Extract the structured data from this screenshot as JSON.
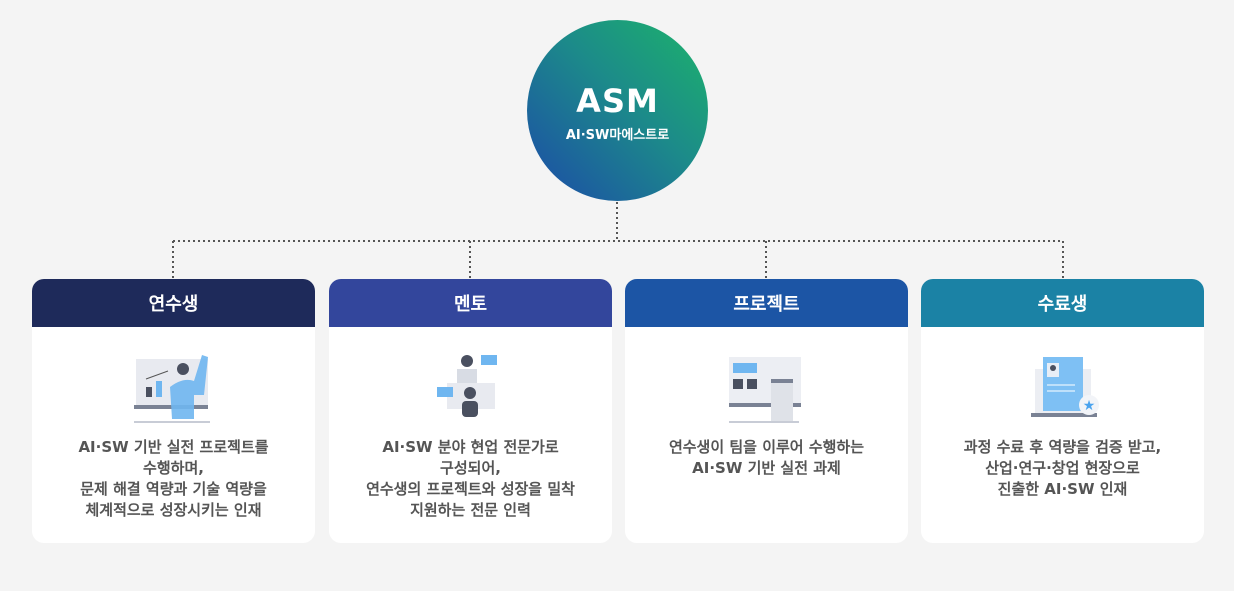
{
  "center": {
    "title": "ASM",
    "subtitle": "AI·SW마에스트로"
  },
  "colors": {
    "navy": "#1e2a5a",
    "indigo": "#33469c",
    "blue": "#1c55a5",
    "teal": "#1b82a5"
  },
  "cards": [
    {
      "title": "연수생",
      "icon": "presenter-icon",
      "desc": "AI·SW 기반 실전 프로젝트를\n수행하며,\n문제 해결 역량과 기술 역량을\n체계적으로 성장시키는 인재"
    },
    {
      "title": "멘토",
      "icon": "mentoring-chat-icon",
      "desc": "AI·SW 분야 현업 전문가로\n구성되어,\n연수생의 프로젝트와 성장을 밀착\n지원하는 전문 인력"
    },
    {
      "title": "프로젝트",
      "icon": "devices-icon",
      "desc": "연수생이 팀을 이루어 수행하는\nAI·SW 기반 실전 과제"
    },
    {
      "title": "수료생",
      "icon": "certified-profile-icon",
      "desc": "과정 수료 후 역량을 검증 받고,\n산업·연구·창업 현장으로\n진출한 AI·SW 인재"
    }
  ]
}
